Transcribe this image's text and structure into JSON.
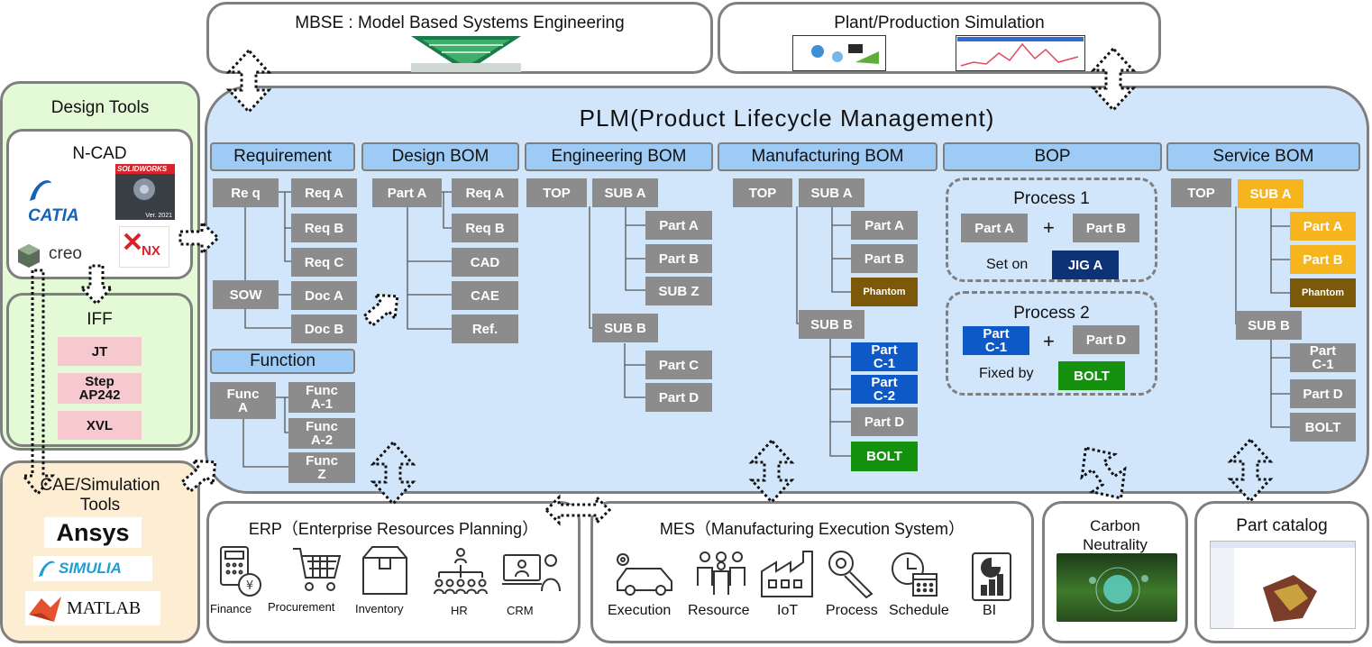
{
  "mbse": {
    "title": "MBSE : Model Based Systems Engineering"
  },
  "plant": {
    "title": "Plant/Production Simulation"
  },
  "plm": {
    "title": "PLM(Product Lifecycle Management)"
  },
  "design_tools": {
    "title": "Design Tools",
    "ncad": {
      "title": "N-CAD",
      "catia": "CATIA",
      "solidworks": "SOLIDWORKS",
      "solidworks_ver": "Ver. 2021",
      "creo": "creo",
      "nx": "NX"
    },
    "iff": {
      "title": "IFF",
      "formats": [
        "JT",
        "Step AP242",
        "XVL"
      ]
    }
  },
  "cae": {
    "title": "CAE/Simulation Tools",
    "ansys": "Ansys",
    "simulia": "SIMULIA",
    "matlab": "MATLAB"
  },
  "requirement": {
    "header": "Requirement",
    "req": "Re q",
    "sow": "SOW",
    "items": [
      "Req A",
      "Req B",
      "Req C",
      "Doc A",
      "Doc B"
    ]
  },
  "function": {
    "header": "Function",
    "root": "Func A",
    "items": [
      "Func A-1",
      "Func A-2",
      "Func Z"
    ]
  },
  "design_bom": {
    "header": "Design BOM",
    "root": "Part A",
    "items": [
      "Req A",
      "Req B",
      "CAD",
      "CAE",
      "Ref."
    ]
  },
  "engineering_bom": {
    "header": "Engineering BOM",
    "top": "TOP",
    "sub_a": "SUB A",
    "sub_a_items": [
      "Part A",
      "Part B",
      "SUB Z"
    ],
    "sub_b": "SUB B",
    "sub_b_items": [
      "Part C",
      "Part D"
    ]
  },
  "manufacturing_bom": {
    "header": "Manufacturing BOM",
    "top": "TOP",
    "sub_a": "SUB A",
    "sub_a_items": [
      "Part A",
      "Part B",
      "Phantom"
    ],
    "sub_b": "SUB B",
    "sub_b_items": [
      "Part C-1",
      "Part C-2",
      "Part D",
      "BOLT"
    ]
  },
  "bop": {
    "header": "BOP",
    "process1": {
      "title": "Process 1",
      "part1": "Part A",
      "plus": "+",
      "part2": "Part B",
      "label": "Set on",
      "tool": "JIG A"
    },
    "process2": {
      "title": "Process 2",
      "part1": "Part C-1",
      "plus": "+",
      "part2": "Part D",
      "label": "Fixed by",
      "tool": "BOLT"
    }
  },
  "service_bom": {
    "header": "Service BOM",
    "top": "TOP",
    "sub_a": "SUB A",
    "sub_a_items": [
      "Part A",
      "Part B",
      "Phantom"
    ],
    "sub_b": "SUB B",
    "sub_b_items": [
      "Part C-1",
      "Part D",
      "BOLT"
    ]
  },
  "erp": {
    "title": "ERP（Enterprise Resources Planning）",
    "items": [
      "Finance",
      "Procurement",
      "Inventory",
      "HR",
      "CRM"
    ]
  },
  "mes": {
    "title": "MES（Manufacturing Execution System）",
    "items": [
      "Execution",
      "Resource",
      "IoT",
      "Process",
      "Schedule",
      "BI"
    ]
  },
  "carbon": {
    "title": "Carbon Neutrality"
  },
  "catalog": {
    "title": "Part catalog"
  },
  "colors": {
    "plm_fill": "#d2e6fb",
    "header_fill": "#9ecbf6",
    "box_gray": "#8c8c8c",
    "box_blue": "#0d59c7",
    "box_navy": "#0d3275",
    "box_green": "#15910f",
    "box_gold": "#f7b51d",
    "box_brown": "#7b5908",
    "design_tools_fill": "#e4fad6",
    "cae_fill": "#fdeed3",
    "iff_fill": "#f6c9cf"
  }
}
